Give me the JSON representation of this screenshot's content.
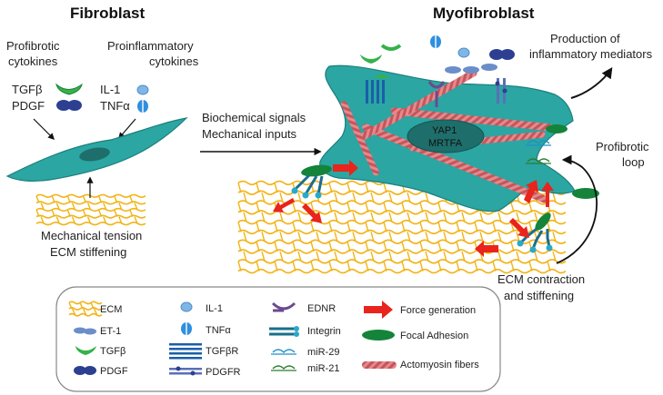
{
  "titles": {
    "left": "Fibroblast",
    "right": "Myofibroblast"
  },
  "left_labels": {
    "profibrotic": [
      "Profibrotic",
      "cytokines"
    ],
    "proinflammatory": [
      "Proinflammatory",
      "cytokines"
    ],
    "tgfb": "TGFβ",
    "pdgf": "PDGF",
    "il1": "IL-1",
    "tnfa": "TNFα",
    "mechanical": [
      "Mechanical tension",
      "ECM stiffening"
    ]
  },
  "middle_labels": [
    "Biochemical signals",
    "Mechanical inputs"
  ],
  "nucleus": [
    "YAP1",
    "MRTFA"
  ],
  "right_labels": {
    "production": [
      "Production of",
      "inflammatory mediators"
    ],
    "loop": [
      "Profibrotic",
      "loop"
    ],
    "ecm": [
      "ECM contraction",
      "and stiffening"
    ]
  },
  "legend": {
    "ecm": "ECM",
    "et1": "ET-1",
    "tgfb": "TGFβ",
    "pdgf": "PDGF",
    "il1": "IL-1",
    "tnfa": "TNFα",
    "tgfbr": "TGFβR",
    "pdgfr": "PDGFR",
    "ednr": "EDNR",
    "integrin": "Integrin",
    "mir29": "miR-29",
    "mir21": "miR-21",
    "force": "Force generation",
    "focal": "Focal Adhesion",
    "actomyosin": "Actomyosin fibers"
  },
  "colors": {
    "cell": "#2ba6a3",
    "cell_stroke": "#1b7f7c",
    "nucleus": "#1e6e6b",
    "ecm": "#f2b315",
    "tgfb": "#35b24a",
    "pdgf": "#2d3f91",
    "cytokine_blue": "#4f9fdc",
    "force": "#e8241c",
    "focal": "#13843a",
    "actomyosin": "#e0767a",
    "ednr": "#6c4a8e",
    "mir29": "#1f8fc9",
    "mir21": "#2b7d2b"
  }
}
